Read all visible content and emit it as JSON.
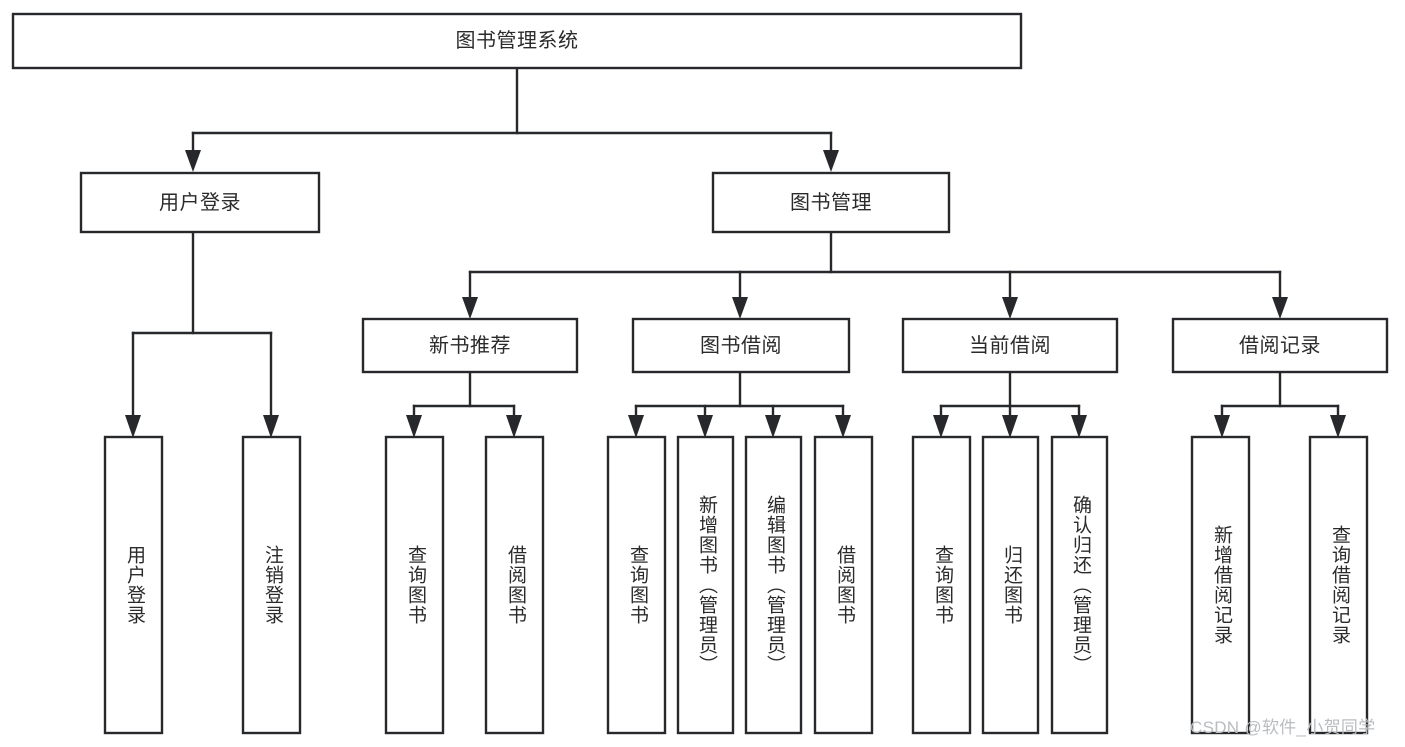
{
  "diagram": {
    "type": "tree-hierarchy-chart",
    "title": "图书管理系统",
    "colors": {
      "stroke": "#26282b",
      "box_fill": "#ffffff",
      "text": "#2b2b2b",
      "watermark": "#b9bcc0",
      "background": "#ffffff"
    },
    "levels": {
      "root": {
        "label": "图书管理系统"
      },
      "level2": [
        {
          "id": "user-login",
          "label": "用户登录"
        },
        {
          "id": "book-management",
          "label": "图书管理"
        }
      ],
      "level3": [
        {
          "id": "new-book-recommend",
          "label": "新书推荐",
          "parent": "book-management"
        },
        {
          "id": "book-borrow",
          "label": "图书借阅",
          "parent": "book-management"
        },
        {
          "id": "current-borrow",
          "label": "当前借阅",
          "parent": "book-management"
        },
        {
          "id": "borrow-record",
          "label": "借阅记录",
          "parent": "book-management"
        }
      ],
      "leaves": [
        {
          "id": "leaf-user-login",
          "label": "用户登录",
          "parent": "user-login"
        },
        {
          "id": "leaf-user-logout",
          "label": "注销登录",
          "parent": "user-login"
        },
        {
          "id": "leaf-query-book-1",
          "label": "查询图书",
          "parent": "new-book-recommend"
        },
        {
          "id": "leaf-borrow-book-1",
          "label": "借阅图书",
          "parent": "new-book-recommend"
        },
        {
          "id": "leaf-query-book-2",
          "label": "查询图书",
          "parent": "book-borrow"
        },
        {
          "id": "leaf-add-book",
          "label": "新增图书（管理员）",
          "parent": "book-borrow"
        },
        {
          "id": "leaf-edit-book",
          "label": "编辑图书（管理员）",
          "parent": "book-borrow"
        },
        {
          "id": "leaf-borrow-book-2",
          "label": "借阅图书",
          "parent": "book-borrow"
        },
        {
          "id": "leaf-query-book-3",
          "label": "查询图书",
          "parent": "current-borrow"
        },
        {
          "id": "leaf-return-book",
          "label": "归还图书",
          "parent": "current-borrow"
        },
        {
          "id": "leaf-confirm-return",
          "label": "确认归还（管理员）",
          "parent": "current-borrow"
        },
        {
          "id": "leaf-add-record",
          "label": "新增借阅记录",
          "parent": "borrow-record"
        },
        {
          "id": "leaf-query-record",
          "label": "查询借阅记录",
          "parent": "borrow-record"
        }
      ]
    },
    "watermark": "CSDN @软件_小贺同学"
  }
}
